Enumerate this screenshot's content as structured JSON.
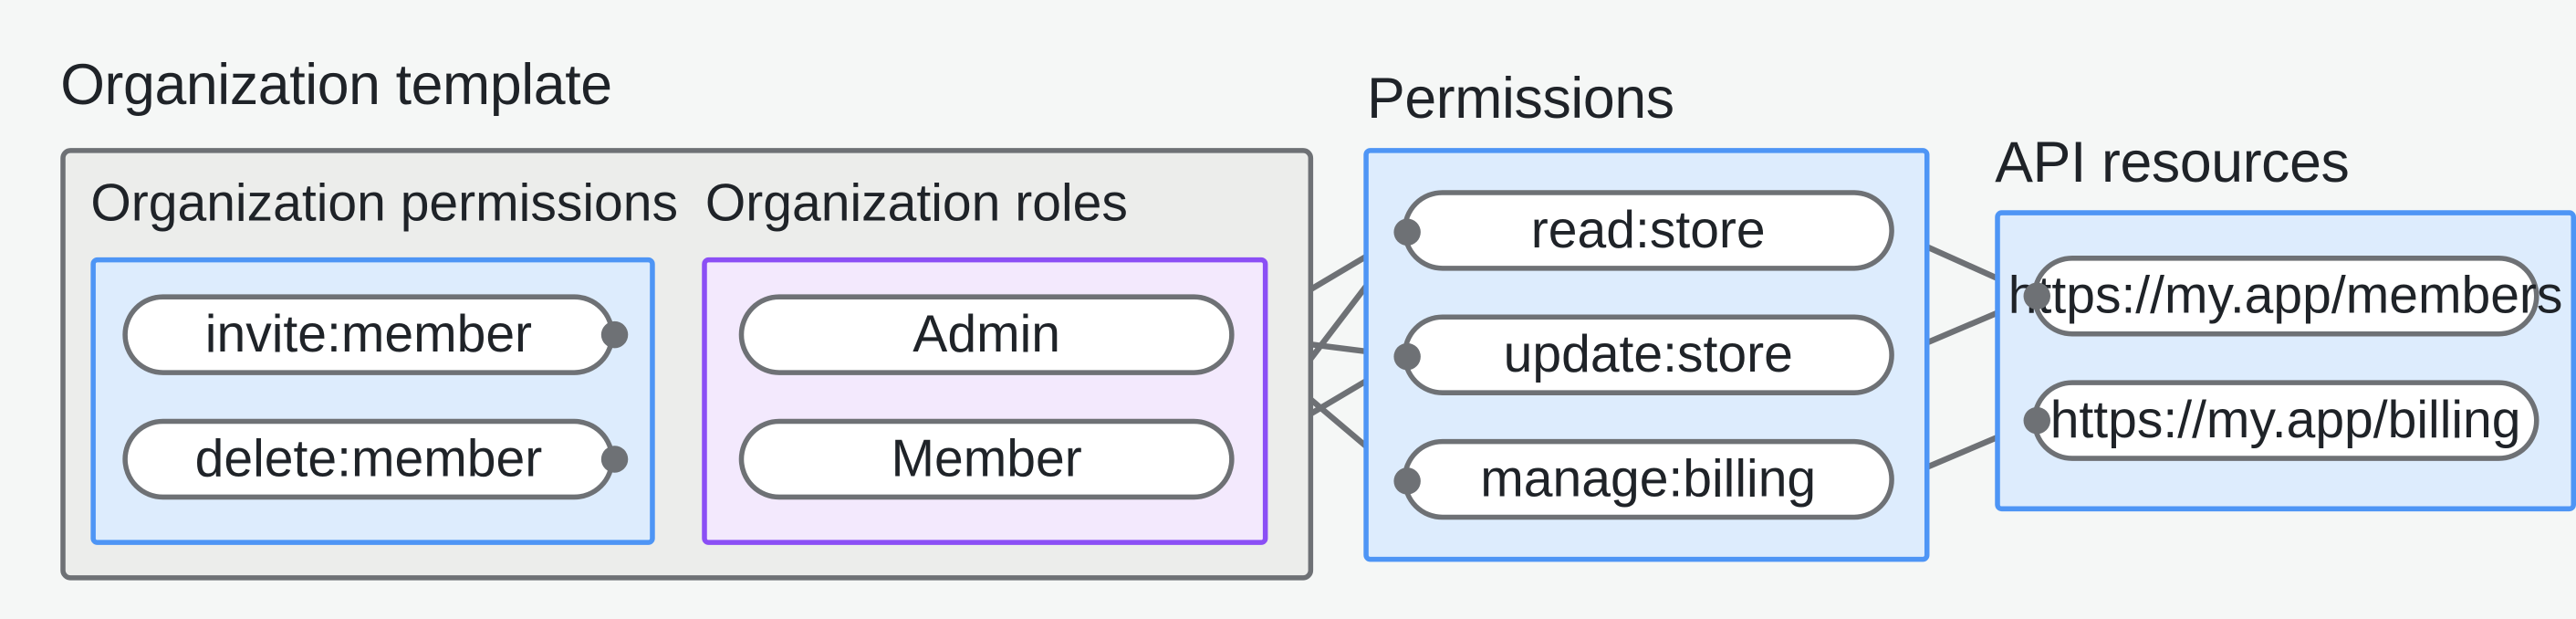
{
  "diagram": {
    "title_groups": {
      "organization_template": "Organization template",
      "permissions": "Permissions",
      "api_resources": "API resources"
    },
    "subgroups": {
      "organization_permissions": "Organization permissions",
      "organization_roles": "Organization roles"
    },
    "colors": {
      "canvas_background": "#f5f7f6",
      "outer_container_fill": "#ecedeb",
      "outer_container_border": "#6e7175",
      "blue_zone_fill": "#ddecfd",
      "blue_zone_border": "#4e95f5",
      "purple_zone_fill": "#f3e9fd",
      "purple_zone_border": "#8b4ff5",
      "node_fill": "#ffffff",
      "node_border": "#6e7175",
      "edge_stroke": "#6e7175",
      "text": "#1f2328"
    }
  },
  "nodes": {
    "organization_permissions": [
      {
        "id": "invite-member",
        "label": "invite:member"
      },
      {
        "id": "delete-member",
        "label": "delete:member"
      }
    ],
    "organization_roles": [
      {
        "id": "admin",
        "label": "Admin"
      },
      {
        "id": "member",
        "label": "Member"
      }
    ],
    "permissions": [
      {
        "id": "read-store",
        "label": "read:store"
      },
      {
        "id": "update-store",
        "label": "update:store"
      },
      {
        "id": "manage-billing",
        "label": "manage:billing"
      }
    ],
    "api_resources": [
      {
        "id": "members-url",
        "label": "https://my.app/members"
      },
      {
        "id": "billing-url",
        "label": "https://my.app/billing"
      }
    ]
  },
  "edges": [
    {
      "from": "invite-member",
      "to": "admin"
    },
    {
      "from": "invite-member",
      "to": "member"
    },
    {
      "from": "delete-member",
      "to": "member"
    },
    {
      "from": "admin",
      "to": "read-store"
    },
    {
      "from": "admin",
      "to": "update-store"
    },
    {
      "from": "admin",
      "to": "manage-billing"
    },
    {
      "from": "member",
      "to": "read-store"
    },
    {
      "from": "member",
      "to": "update-store"
    },
    {
      "from": "read-store",
      "to": "members-url"
    },
    {
      "from": "update-store",
      "to": "members-url"
    },
    {
      "from": "manage-billing",
      "to": "billing-url"
    }
  ]
}
